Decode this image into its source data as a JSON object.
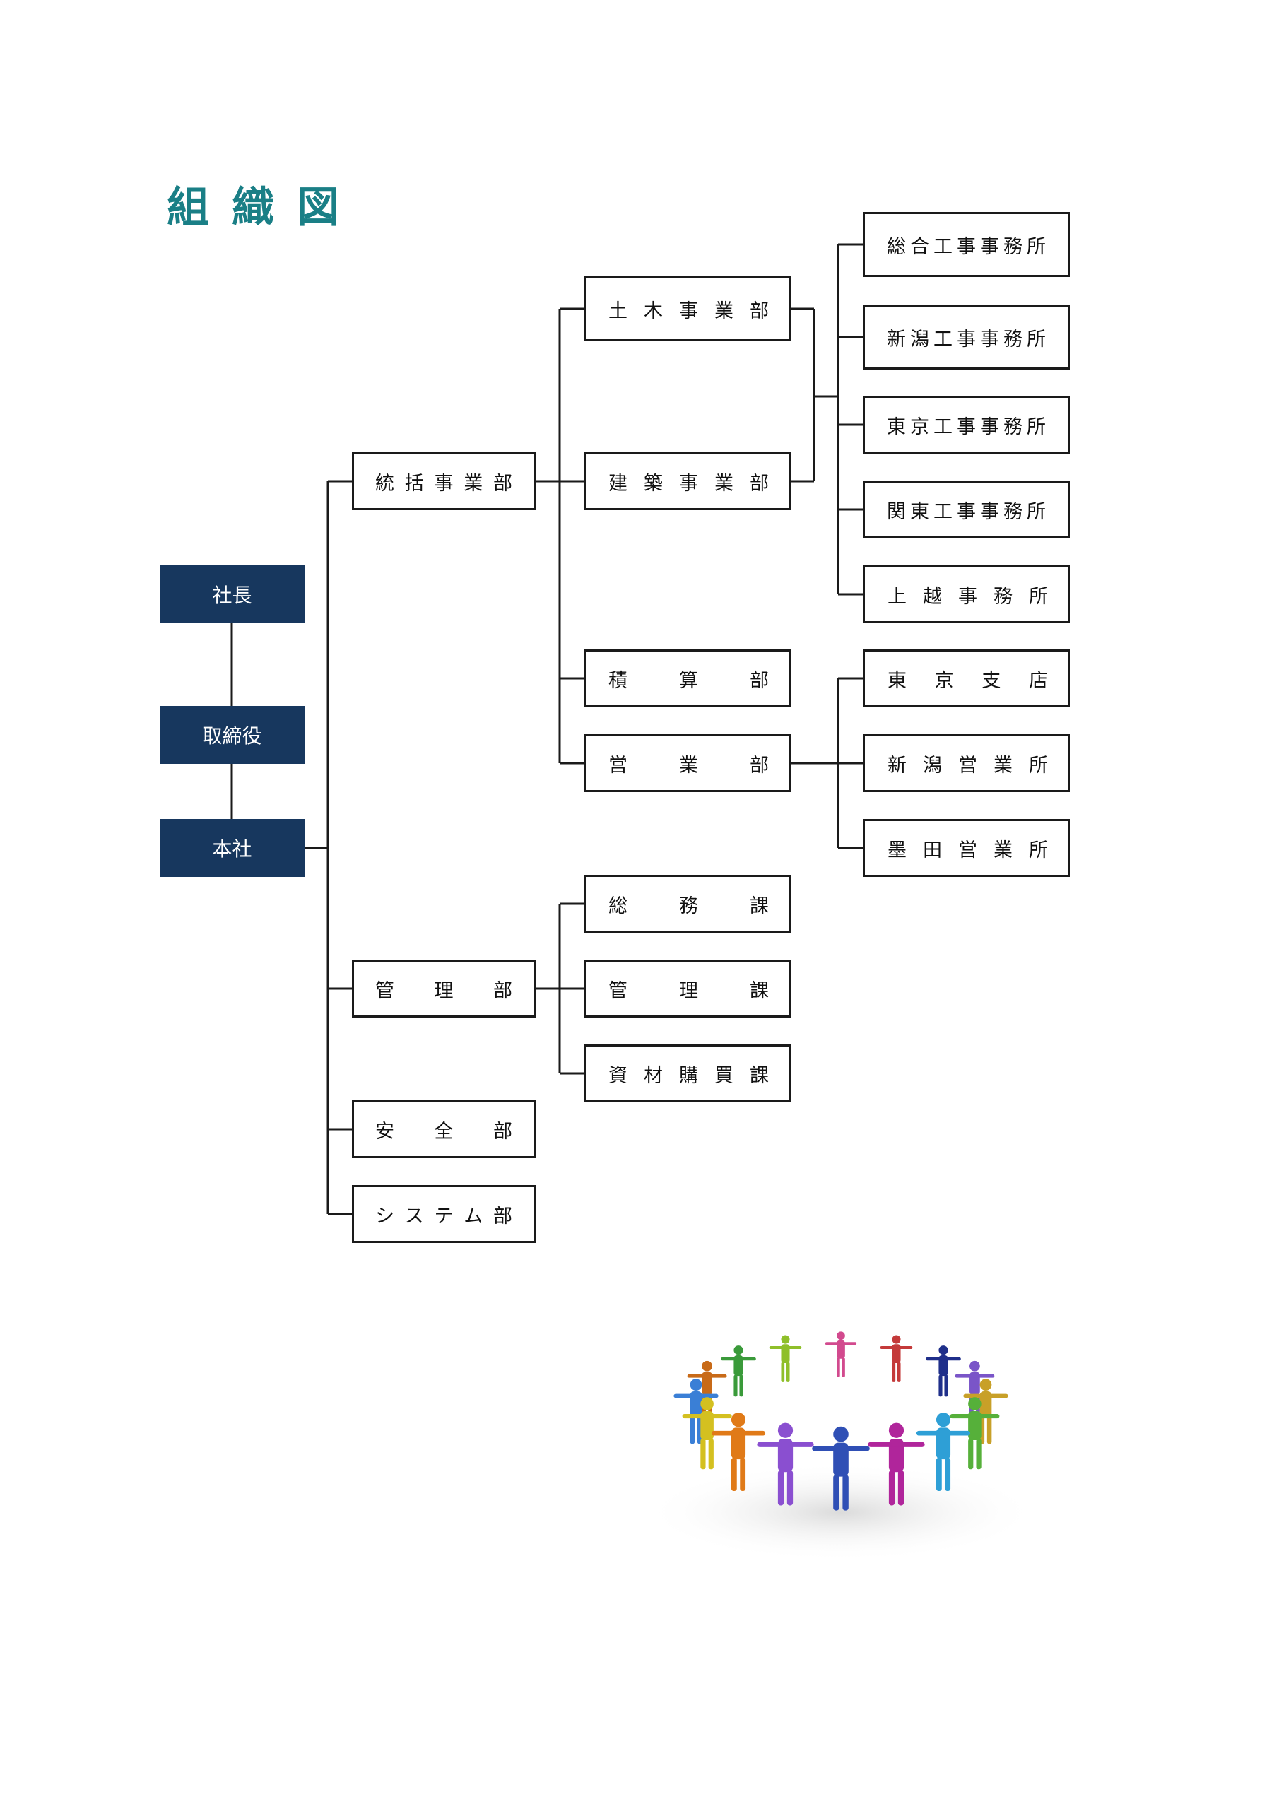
{
  "page": {
    "title": "組織図",
    "title_color": "#1a7f86",
    "exec_box_color": "#17375e",
    "line_color": "#1a1a1a"
  },
  "org": {
    "president": "社長",
    "director": "取締役",
    "headquarters": "本社",
    "departments": [
      {
        "label": "統括事業部",
        "children": [
          {
            "label": "土木事業部"
          },
          {
            "label": "建築事業部"
          },
          {
            "label": "積算部"
          },
          {
            "label": "営業部"
          }
        ]
      },
      {
        "label": "管理部",
        "children": [
          {
            "label": "総務課"
          },
          {
            "label": "管理課"
          },
          {
            "label": "資材購買課"
          }
        ]
      },
      {
        "label": "安全部"
      },
      {
        "label": "システム部"
      }
    ],
    "construction_offices": [
      "総合工事事務所",
      "新潟工事事務所",
      "東京工事事務所",
      "関東工事事務所",
      "上越事務所"
    ],
    "sales_offices": [
      "東京支店",
      "新潟営業所",
      "墨田営業所"
    ]
  },
  "illustration": {
    "figure_colors": [
      "#2f4fb5",
      "#b0259b",
      "#2e9fd6",
      "#56b03a",
      "#c8a028",
      "#7a55c8",
      "#1f2f8a",
      "#c43a3a",
      "#d24a8e",
      "#8fbf2a",
      "#3a9a3a",
      "#c86a18",
      "#3a7fd6",
      "#d4c020",
      "#e07a18",
      "#8a4fd0"
    ]
  }
}
